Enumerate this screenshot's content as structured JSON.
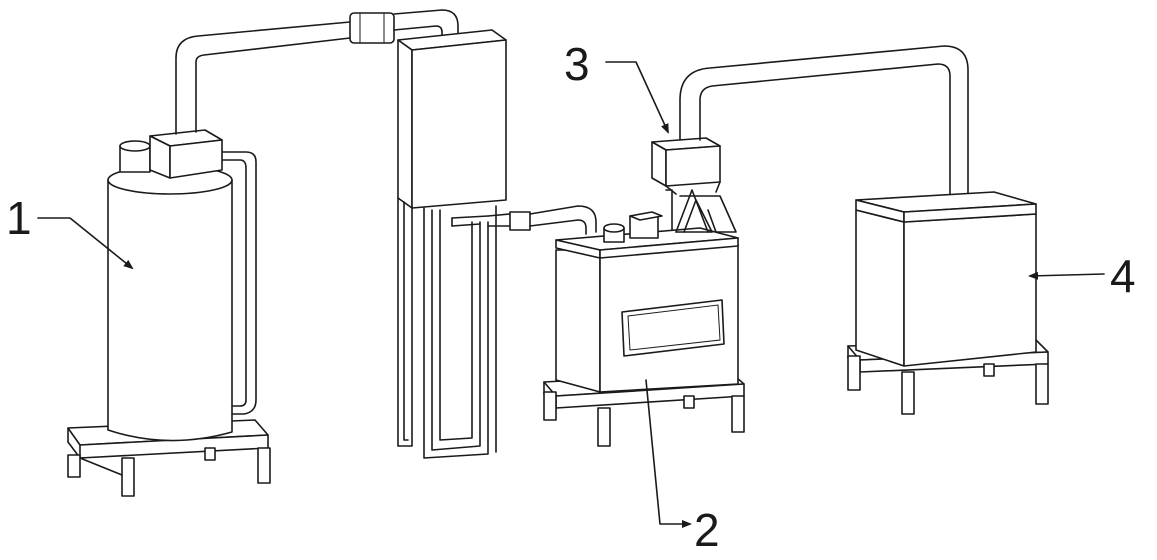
{
  "labels": [
    {
      "id": "1",
      "text": "1"
    },
    {
      "id": "2",
      "text": "2"
    },
    {
      "id": "3",
      "text": "3"
    },
    {
      "id": "4",
      "text": "4"
    }
  ]
}
